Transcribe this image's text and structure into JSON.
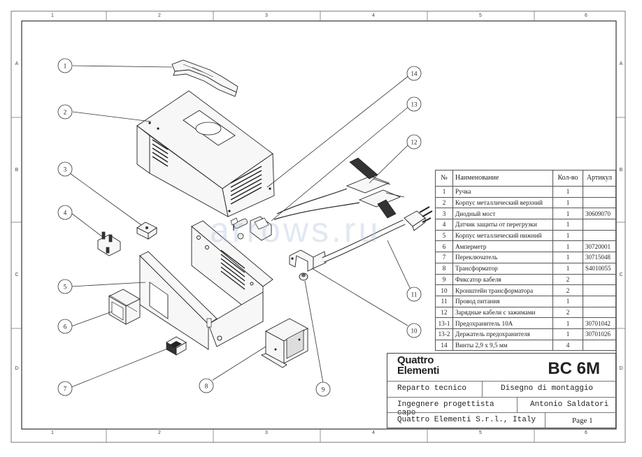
{
  "zones": {
    "columns": [
      "1",
      "2",
      "3",
      "4",
      "5",
      "6"
    ],
    "rows": [
      "A",
      "B",
      "C",
      "D"
    ]
  },
  "callouts": [
    "1",
    "2",
    "3",
    "4",
    "5",
    "6",
    "7",
    "8",
    "9",
    "10",
    "11",
    "12",
    "13",
    "14"
  ],
  "bom": {
    "headers": {
      "num": "№",
      "name": "Наименование",
      "qty": "Кол-во",
      "article": "Артикул"
    },
    "rows": [
      {
        "num": "1",
        "name": "Ручка",
        "qty": "1",
        "article": ""
      },
      {
        "num": "2",
        "name": "Корпус металлический верхний",
        "qty": "1",
        "article": ""
      },
      {
        "num": "3",
        "name": "Диодный мост",
        "qty": "1",
        "article": "30609070"
      },
      {
        "num": "4",
        "name": "Датчик защиты от перегрузки",
        "qty": "1",
        "article": ""
      },
      {
        "num": "5",
        "name": "Корпус металлический нижний",
        "qty": "1",
        "article": ""
      },
      {
        "num": "6",
        "name": "Амперметр",
        "qty": "1",
        "article": "30720001"
      },
      {
        "num": "7",
        "name": "Переключатель",
        "qty": "1",
        "article": "30715048"
      },
      {
        "num": "8",
        "name": "Трансформатор",
        "qty": "1",
        "article": "S4010055"
      },
      {
        "num": "9",
        "name": "Фиксатор кабеля",
        "qty": "2",
        "article": ""
      },
      {
        "num": "10",
        "name": "Кронштейн трансформатора",
        "qty": "2",
        "article": ""
      },
      {
        "num": "11",
        "name": "Провод питания",
        "qty": "1",
        "article": ""
      },
      {
        "num": "12",
        "name": "Зарядные кабели с зажимами",
        "qty": "2",
        "article": ""
      },
      {
        "num": "13-1",
        "name": "Предохранитель 10А",
        "qty": "1",
        "article": "30701042"
      },
      {
        "num": "13-2",
        "name": "Держатель предохранителя",
        "qty": "1",
        "article": "30701026"
      },
      {
        "num": "14",
        "name": "Винты 2,9 x 9,5 мм",
        "qty": "4",
        "article": ""
      }
    ]
  },
  "title_block": {
    "logo_line1": "Quattro",
    "logo_line2": "Elementi",
    "model": "BC 6M",
    "department": "Reparto tecnico",
    "drawing_type": "Disegno di montaggio",
    "role": "Ingegnere progettista capo",
    "engineer": "Antonio Saldatori",
    "company": "Quattro Elementi S.r.l., Italy",
    "page": "Page 1"
  },
  "watermark": "arrows.ru"
}
